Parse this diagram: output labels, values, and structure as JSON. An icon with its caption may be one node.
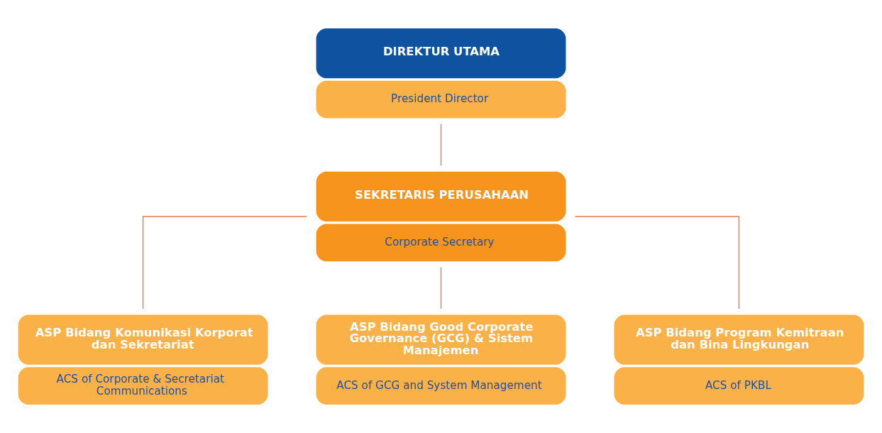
{
  "diagram": {
    "nodes": [
      {
        "text": [
          "DIREKTUR UTAMA",
          "President Director"
        ]
      },
      {
        "text": [
          "SEKRETARIS PERUSAHAAN",
          "Corporate Secretary"
        ]
      },
      {
        "text": [
          "ASP Bidang Komunikasi Korporat dan Sekretariat",
          "ACS of Corporate & Secretariat Communications"
        ]
      },
      {
        "text": [
          "ASP Bidang Good Corporate Governance (GCG) & Sistem Manajemen",
          "ACS of GCG and System Management"
        ]
      },
      {
        "text": [
          "ASP Bidang Program Kemitraan dan Bina Lingkungan",
          "ACS of PKBL"
        ]
      }
    ],
    "edges": [
      {
        "from": 0,
        "to": 1,
        "arrow": "none"
      },
      {
        "from": 1,
        "to": 2,
        "arrow": "none"
      },
      {
        "from": 1,
        "to": 3,
        "arrow": "none"
      },
      {
        "from": 1,
        "to": 4,
        "arrow": "none"
      }
    ]
  }
}
